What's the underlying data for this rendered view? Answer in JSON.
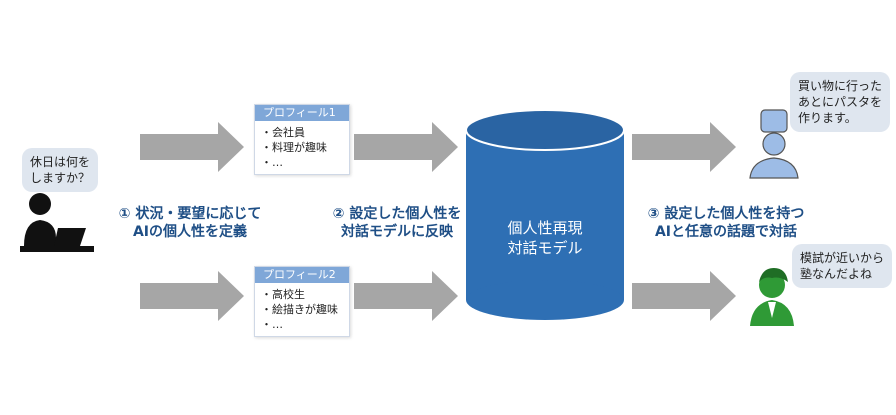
{
  "user_bubble": {
    "lines": [
      "休日は何を",
      "しますか？"
    ]
  },
  "steps": [
    {
      "lines": [
        "① 状況・要望に応じて",
        "AIの個人性を定義"
      ]
    },
    {
      "lines": [
        "② 設定した個人性を",
        "対話モデルに反映"
      ]
    },
    {
      "lines": [
        "③ 設定した個人性を持つ",
        "AIと任意の話題で対話"
      ]
    }
  ],
  "profiles": [
    {
      "title": "プロフィール1",
      "items": [
        "・会社員",
        "・料理が趣味",
        "・…"
      ]
    },
    {
      "title": "プロフィール2",
      "items": [
        "・高校生",
        "・絵描きが趣味",
        "・…"
      ]
    }
  ],
  "model": {
    "lines": [
      "個人性再現",
      "対話モデル"
    ]
  },
  "reply_bubbles": [
    {
      "lines": [
        "買い物に行った",
        "あとにパスタを",
        "作ります。"
      ]
    },
    {
      "lines": [
        "模試が近いから",
        "塾なんだよね"
      ]
    }
  ],
  "colors": {
    "arrow": "#a6a6a6",
    "cylinder": "#2e6fb4",
    "profile_header": "#7fa7d8",
    "bubble": "#dfe6ef",
    "step_text": "#1f4f86",
    "chef": "#9dbce6",
    "student": "#2f9a36"
  },
  "icons": [
    "user-at-computer-icon",
    "chef-icon",
    "student-icon"
  ]
}
